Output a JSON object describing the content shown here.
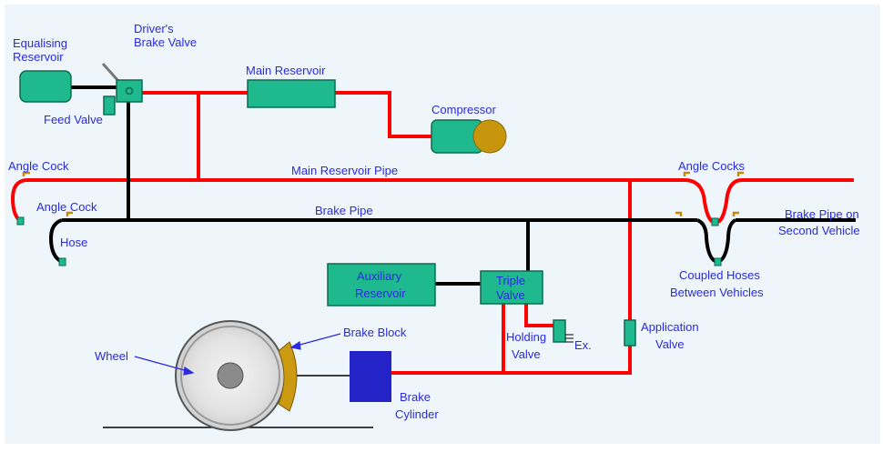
{
  "colors": {
    "background": "#eef6fc",
    "main_reservoir_pipe": "#ff0000",
    "brake_pipe": "#000000",
    "component_fill": "#1fb98f",
    "component_stroke": "#0b6b4f",
    "compressor_motor": "#c8960c",
    "brake_cylinder": "#2323c8",
    "brake_block": "#cc9a10",
    "label": "#2a2ae0",
    "angle_cock_handle": "#c88a00"
  },
  "labels": {
    "equalising_reservoir": [
      "Equalising",
      "Reservoir"
    ],
    "drivers_brake_valve": [
      "Driver's",
      "Brake Valve"
    ],
    "feed_valve": "Feed Valve",
    "main_reservoir": "Main Reservoir",
    "compressor": "Compressor",
    "angle_cock_top": "Angle Cock",
    "main_reservoir_pipe": "Main Reservoir Pipe",
    "angle_cocks": "Angle Cocks",
    "angle_cock_lower": "Angle Cock",
    "brake_pipe": "Brake Pipe",
    "brake_pipe_second": [
      "Brake Pipe on",
      "Second Vehicle"
    ],
    "hose": "Hose",
    "coupled_hoses": [
      "Coupled Hoses",
      "Between Vehicles"
    ],
    "auxiliary_reservoir": [
      "Auxiliary",
      "Reservoir"
    ],
    "triple_valve": [
      "Triple",
      "Valve"
    ],
    "application_valve": [
      "Application",
      "Valve"
    ],
    "holding_valve": [
      "Holding",
      "Valve"
    ],
    "exhaust": "Ex.",
    "brake_block": "Brake Block",
    "wheel": "Wheel",
    "brake_cylinder": [
      "Brake",
      "Cylinder"
    ]
  }
}
